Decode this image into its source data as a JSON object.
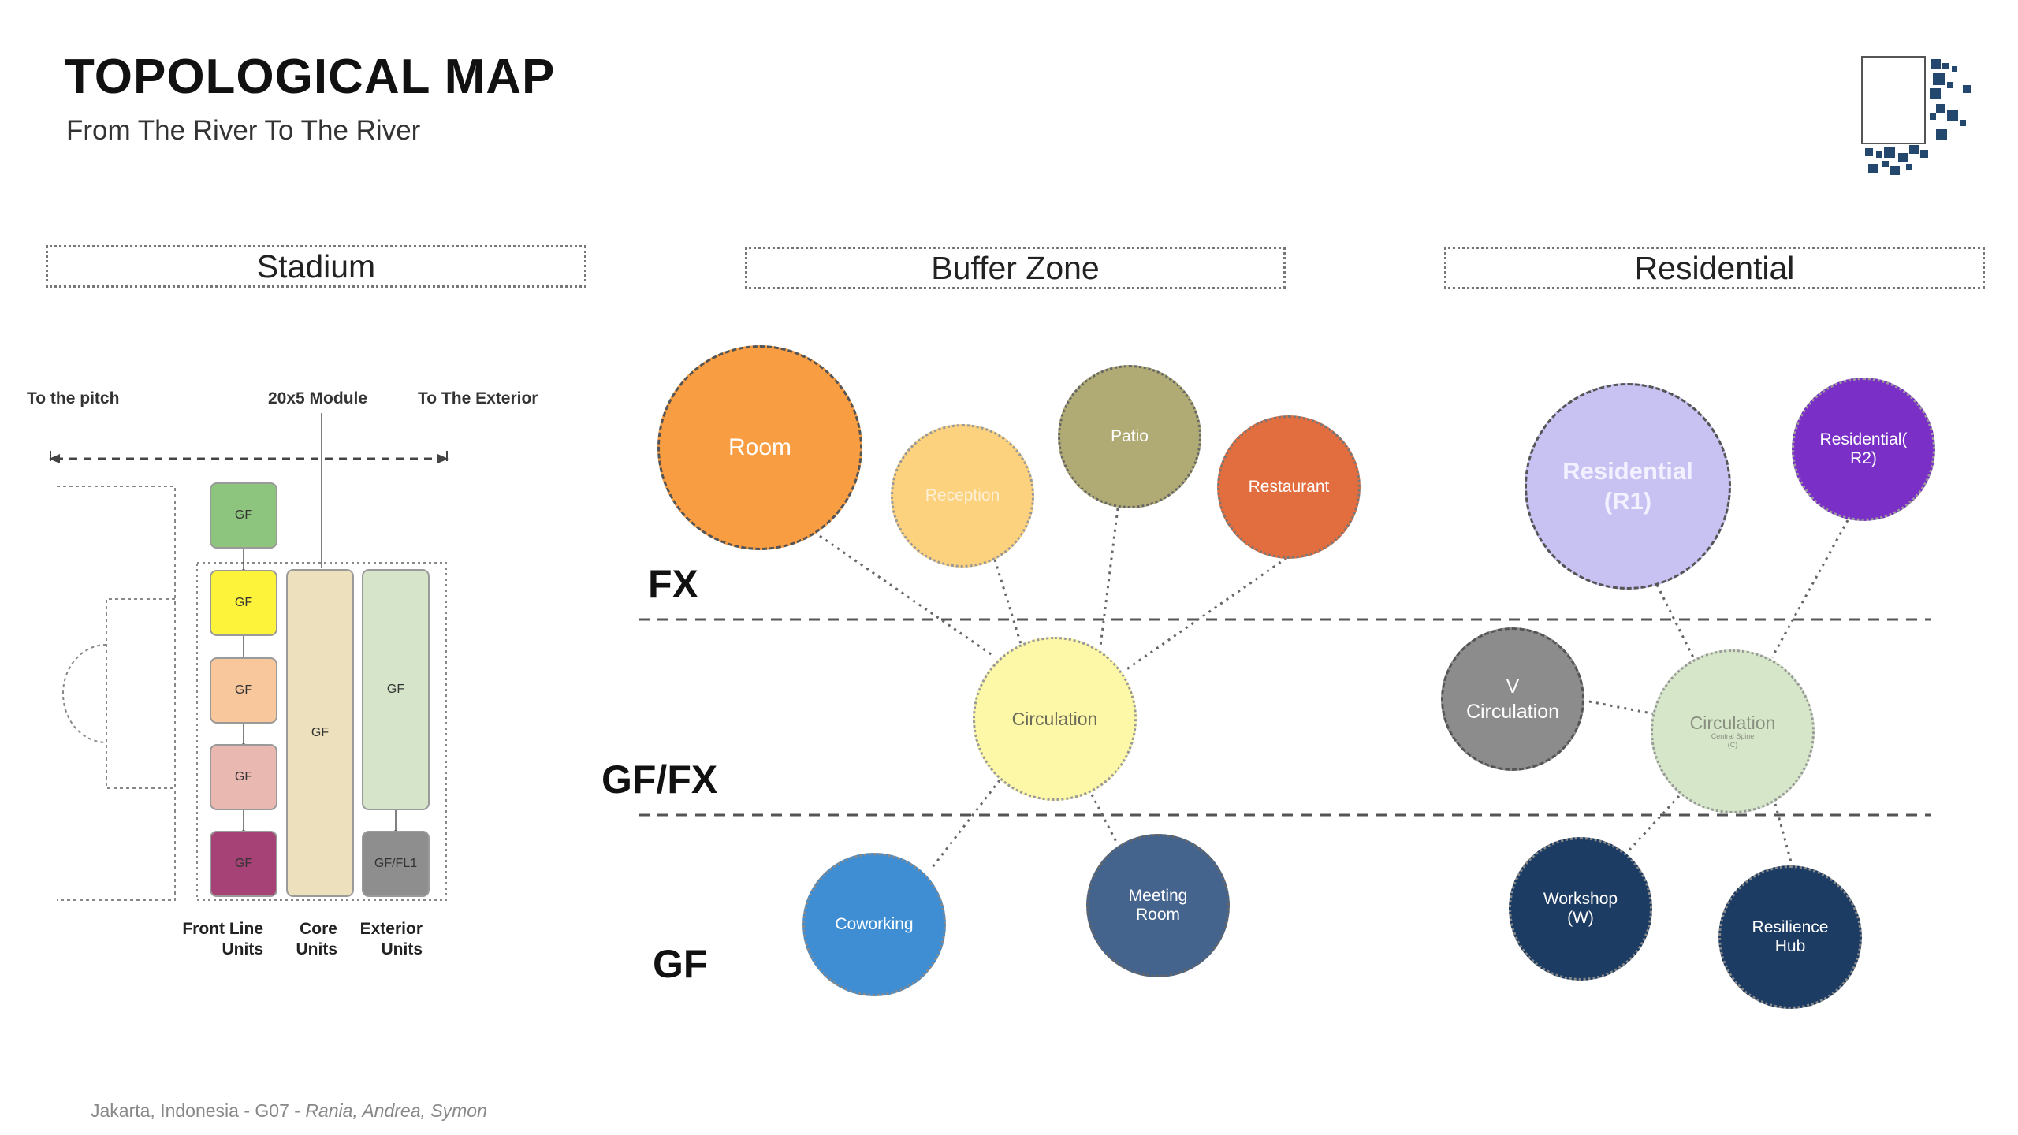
{
  "header": {
    "title": "TOPOLOGICAL MAP",
    "subtitle": "From The River To The River"
  },
  "logo": {
    "icon": "pixel-logo-icon",
    "color": "#24476e"
  },
  "sections": [
    "Stadium",
    "Buffer Zone",
    "Residential"
  ],
  "stadium": {
    "label_pitch": "To the pitch",
    "label_module": "20x5 Module",
    "label_exterior": "To The Exterior",
    "front_units": [
      "GF",
      "GF",
      "GF",
      "GF",
      "GF"
    ],
    "core_unit": "GF",
    "exterior_units": [
      "GF",
      "GF/FL1"
    ],
    "captions": {
      "front": [
        "Front Line",
        "Units"
      ],
      "core": [
        "Core",
        "Units"
      ],
      "exterior": [
        "Exterior",
        "Units"
      ]
    }
  },
  "levels": {
    "fx": "FX",
    "gffx": "GF/FX",
    "gf": "GF"
  },
  "buffer_zone": {
    "room": "Room",
    "reception": "Reception",
    "patio": "Patio",
    "restaurant": "Restaurant",
    "circulation": "Circulation",
    "coworking": "Coworking",
    "meeting_room": [
      "Meeting",
      "Room"
    ]
  },
  "residential": {
    "r1": [
      "Residential",
      "(R1)"
    ],
    "r2": [
      "Residential(",
      "R2)"
    ],
    "v_circulation": [
      "V",
      "Circulation"
    ],
    "circulation": "Circulation",
    "circulation_sub": [
      "Central Spine",
      "(C)"
    ],
    "workshop": [
      "Workshop",
      "(W)"
    ],
    "resilience_hub": [
      "Resilience",
      "Hub"
    ]
  },
  "footer": {
    "location": "Jakarta, Indonesia - G07 - ",
    "authors": "Rania, Andrea, Symon"
  }
}
